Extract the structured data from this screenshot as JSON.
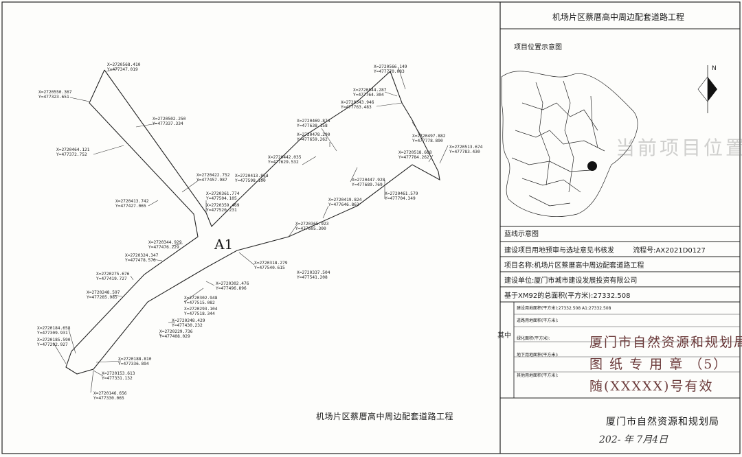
{
  "project_title": "机场片区蔡厝高中周边配套道路工程",
  "parcel_label": "A1",
  "points": [
    {
      "x": "X=2720568.410",
      "y": "Y=477347.019"
    },
    {
      "x": "X=2720550.367",
      "y": "Y=477323.651"
    },
    {
      "x": "X=2720502.250",
      "y": "Y=477337.334"
    },
    {
      "x": "X=2720464.121",
      "y": "Y=477372.752"
    },
    {
      "x": "X=2720422.752",
      "y": "Y=477457.987"
    },
    {
      "x": "X=2720413.742",
      "y": "Y=477427.065"
    },
    {
      "x": "X=2720361.774",
      "y": "Y=477504.105"
    },
    {
      "x": "X=2720359.469",
      "y": "Y=477520.231"
    },
    {
      "x": "X=2720344.929",
      "y": "Y=477476.229"
    },
    {
      "x": "X=2720324.347",
      "y": "Y=477478.576"
    },
    {
      "x": "X=2720275.676",
      "y": "Y=477419.727"
    },
    {
      "x": "X=2720248.597",
      "y": "Y=477285.985"
    },
    {
      "x": "X=2720184.658",
      "y": "Y=477309.931"
    },
    {
      "x": "X=2720185.590",
      "y": "Y=477292.927"
    },
    {
      "x": "X=2720188.810",
      "y": "Y=477336.894"
    },
    {
      "x": "X=2720153.613",
      "y": "Y=477331.132"
    },
    {
      "x": "X=2720146.656",
      "y": "Y=477330.065"
    },
    {
      "x": "X=2720302.476",
      "y": "Y=477496.896"
    },
    {
      "x": "X=2720302.948",
      "y": "Y=477515.082"
    },
    {
      "x": "X=2720293.104",
      "y": "Y=477518.344"
    },
    {
      "x": "X=2720248.429",
      "y": "Y=477430.232"
    },
    {
      "x": "X=2720229.736",
      "y": "Y=477408.029"
    },
    {
      "x": "X=2720318.279",
      "y": "Y=477540.615"
    },
    {
      "x": "X=2720337.504",
      "y": "Y=477541.208"
    },
    {
      "x": "X=2720365.923",
      "y": "Y=477605.300"
    },
    {
      "x": "X=2720419.824",
      "y": "Y=477646.863"
    },
    {
      "x": "X=2720413.854",
      "y": "Y=477598.100"
    },
    {
      "x": "X=2720442.035",
      "y": "Y=477629.532"
    },
    {
      "x": "X=2720447.928",
      "y": "Y=477689.769"
    },
    {
      "x": "X=2720461.579",
      "y": "Y=477704.349"
    },
    {
      "x": "X=2720469.874",
      "y": "Y=477638.158"
    },
    {
      "x": "X=2720478.290",
      "y": "Y=477659.262"
    },
    {
      "x": "X=2720544.287",
      "y": "Y=477764.304"
    },
    {
      "x": "X=2720543.946",
      "y": "Y=477763.483"
    },
    {
      "x": "X=2720566.149",
      "y": "Y=477770.083"
    },
    {
      "x": "X=2720497.882",
      "y": "Y=477778.890"
    },
    {
      "x": "X=2720513.674",
      "y": "Y=477783.430"
    },
    {
      "x": "X=2720518.668",
      "y": "Y=477784.262"
    }
  ],
  "panel": {
    "title": "机场片区蔡厝高中周边配套道路工程",
    "location_title": "项目位置示意图",
    "north_label": "N",
    "watermark": "当前项目位置",
    "redline_title": "蓝线示意图",
    "row_review": "建设项目用地预审与选址意见书核发",
    "row_process_label": "流程号:",
    "row_process_no": "AX2021D0127",
    "row_project_name": "项目名称:机场片区蔡厝高中周边配套道路工程",
    "row_unit": "建设单位:厦门市城市建设发展投资有限公司",
    "row_total_area": "基于XM92的总面积(平方米):27332.508",
    "qizhong": "其中",
    "sub_rows": [
      "建设用地面积(平方米):27332.508  A1:27332.508",
      "道路用地面积(平方米):",
      "绿化面积(平方米):",
      "地下用地面积(平方米):",
      "其他用地面积(平方米):"
    ],
    "stamp_lines": [
      "厦门市自然资源和规划局",
      "图 纸 专 用 章 （5）",
      "随(XXXXX)号有效"
    ],
    "bureau": "厦门市自然资源和规划局",
    "date": "202- 年 7月4日"
  }
}
